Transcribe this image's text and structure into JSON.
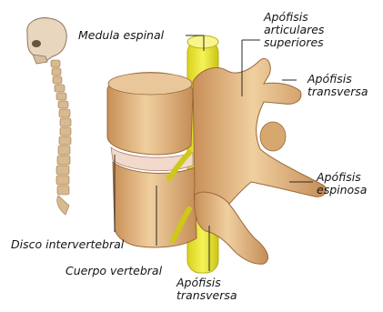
{
  "labels": {
    "medula_espinal": "Medula espinal",
    "apofisis_articulares": [
      "Apófisis",
      "articulares",
      "superiores"
    ],
    "apofisis_transversa_right": [
      "Apófisis",
      "transversa"
    ],
    "apofisis_espinosa": [
      "Apófisis",
      "espinosa"
    ],
    "disco_intervertebral": "Disco intervertebral",
    "cuerpo_vertebral": "Cuerpo vertebral",
    "apofisis_transversa_bottom": [
      "Apófisis",
      "transversa"
    ]
  },
  "colors": {
    "bone": "#e7be8c",
    "bone_shadow": "#c48d57",
    "spinal_cord": "#e9e62a",
    "disc": "#f1d9cc"
  },
  "icons": [
    "skull-icon",
    "spine-column-icon",
    "vertebrae-illustration"
  ]
}
